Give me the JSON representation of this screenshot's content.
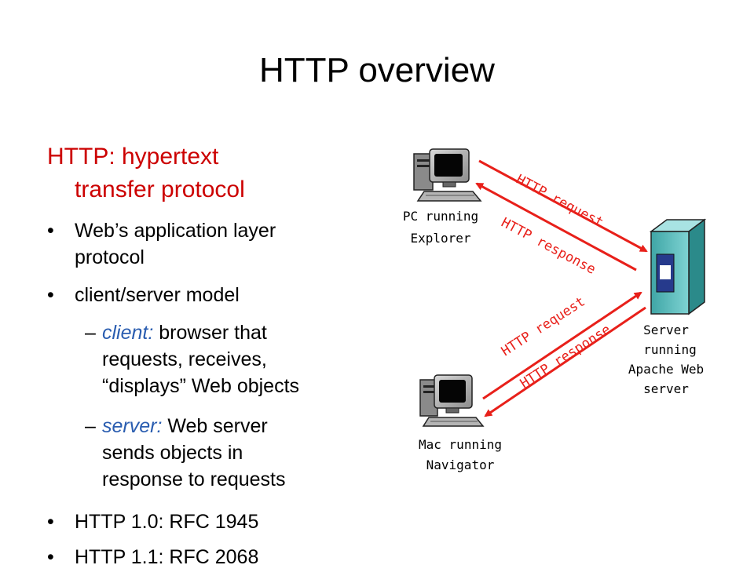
{
  "title": "HTTP overview",
  "heading": {
    "line1": "HTTP: hypertext",
    "line2": "transfer protocol"
  },
  "bullets": {
    "b1_line1": "Web’s application layer",
    "b1_line2": "protocol",
    "b2": "client/server model",
    "client_term": "client:",
    "client_rest": " browser that",
    "client_line2": "requests, receives,",
    "client_line3": "“displays” Web objects",
    "server_term": "server:",
    "server_rest": " Web server",
    "server_line2": "sends objects in",
    "server_line3": "response to requests",
    "b3": "HTTP 1.0: RFC 1945",
    "b4": "HTTP 1.1: RFC 2068"
  },
  "diagram": {
    "pc_label_1": "PC running",
    "pc_label_2": "Explorer",
    "mac_label_1": "Mac running",
    "mac_label_2": "Navigator",
    "server_label_1": "Server",
    "server_label_2": "running",
    "server_label_3": "Apache Web",
    "server_label_4": "server",
    "request_top": "HTTP request",
    "response_top": "HTTP response",
    "request_bottom": "HTTP request",
    "response_bottom": "HTTP response",
    "arrow_color": "#e8201a"
  },
  "icons": {
    "pc": "desktop-computer-icon",
    "mac": "desktop-computer-icon",
    "server": "server-tower-icon"
  }
}
